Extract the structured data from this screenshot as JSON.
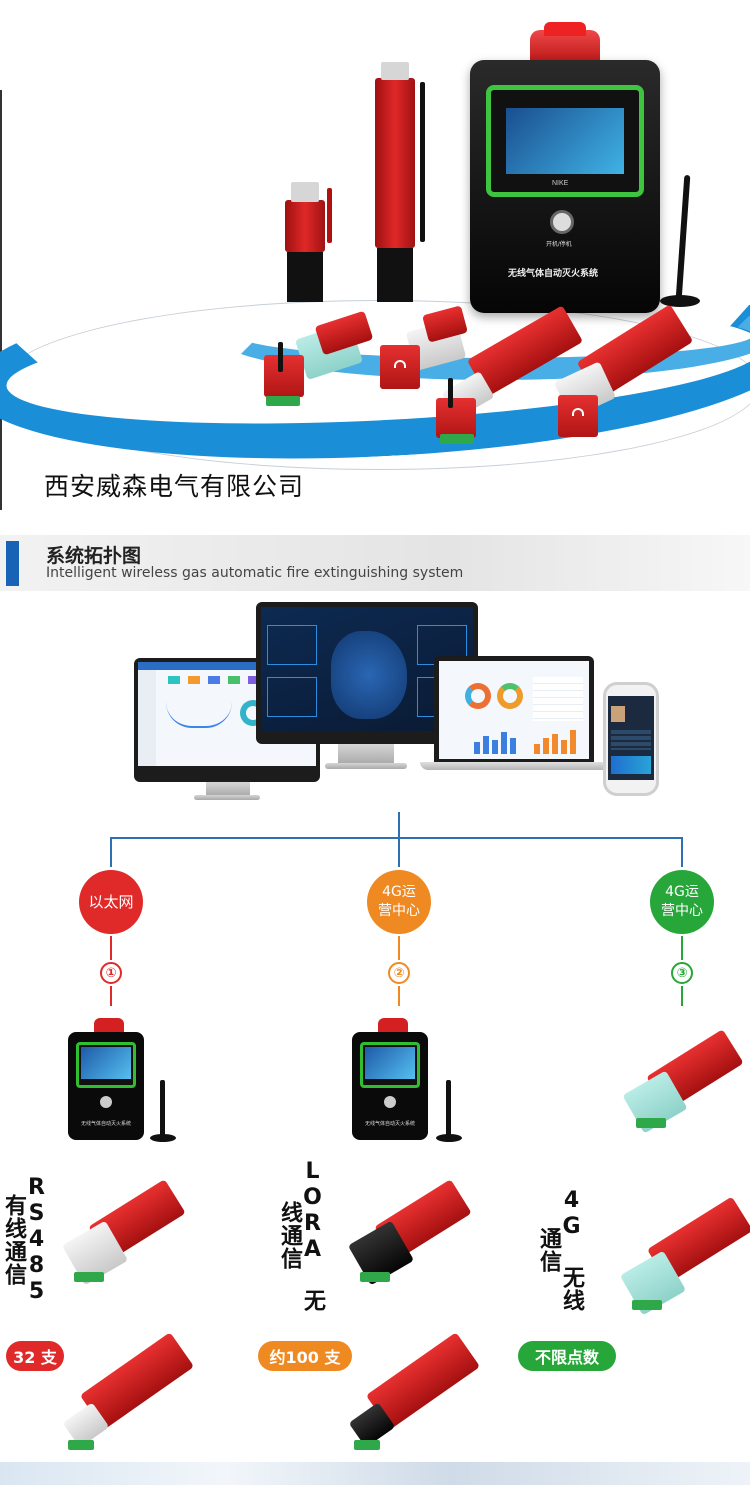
{
  "hero": {
    "company_name": "西安威森电气有限公司",
    "cabinet_title": "无线气体自动灭火系统",
    "cabinet_brand": "NIKE",
    "cabinet_button_label": "开机/停机"
  },
  "section": {
    "title": "系统拓扑图",
    "subtitle": "Intelligent wireless gas automatic fire extinguishing system"
  },
  "topology": {
    "line_color": "#2f6fb3",
    "branches": [
      {
        "node_label": "以太网",
        "number": "①",
        "color": "#e02a2a",
        "comm_label": "RS485 有线通信",
        "capacity": "32 支"
      },
      {
        "node_label": "4G运营中心",
        "number": "②",
        "color": "#ef8a22",
        "comm_label": "LORA 无线通信",
        "capacity": "约100 支"
      },
      {
        "node_label": "4G运营中心",
        "number": "③",
        "color": "#27a63a",
        "comm_label": "4G 无线通信",
        "capacity": "不限点数"
      }
    ]
  },
  "colors": {
    "accent_blue": "#1863b5",
    "product_red": "#d82424",
    "screen_green": "#3fc43f"
  },
  "icons": [
    "monitor-icon",
    "laptop-icon",
    "phone-icon",
    "cabinet-icon",
    "detector-icon"
  ]
}
